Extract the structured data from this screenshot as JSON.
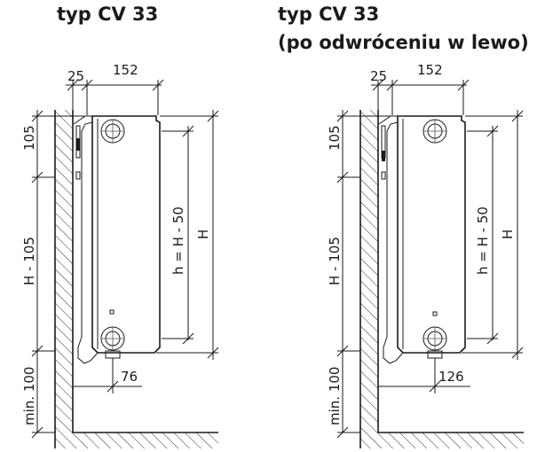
{
  "titles": {
    "left": "typ CV 33",
    "right_line1": "typ CV 33",
    "right_line2": "(po odwróceniu w lewo)"
  },
  "left_diagram": {
    "gap": "25",
    "depth": "152",
    "top_offset": "105",
    "center": "H - 105",
    "floor": "min. 100",
    "inner": "h = H - 50",
    "height": "H",
    "pipe_offset": "76"
  },
  "right_diagram": {
    "gap": "25",
    "depth": "152",
    "top_offset": "105",
    "center": "H - 105",
    "floor": "min. 100",
    "inner": "h = H - 50",
    "height": "H",
    "pipe_offset": "126"
  },
  "colors": {
    "ink": "#1a1a1a"
  }
}
